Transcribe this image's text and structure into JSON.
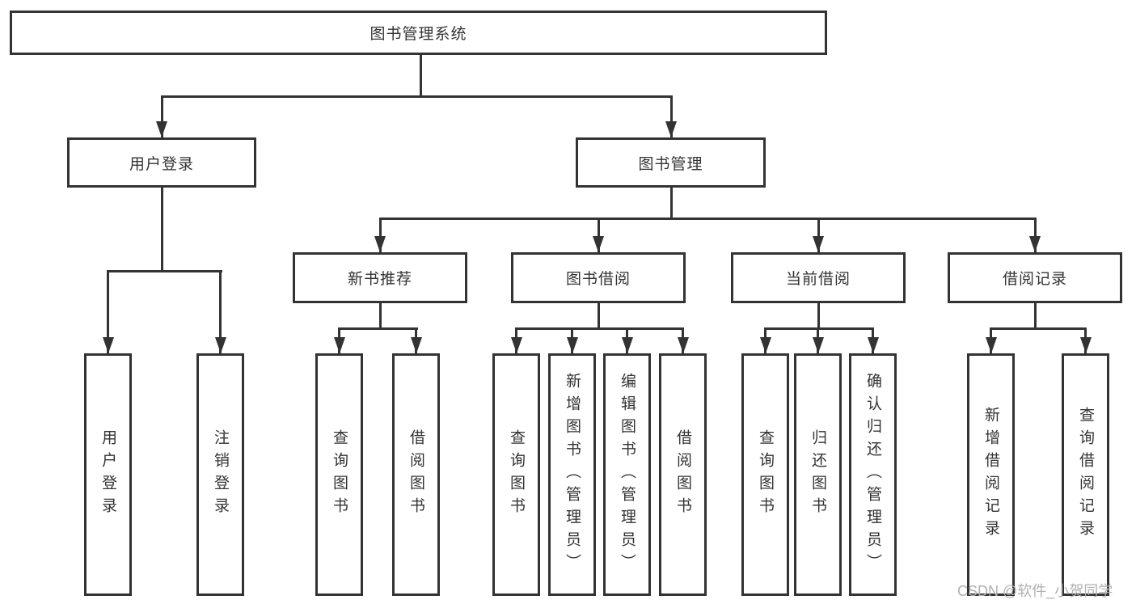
{
  "diagram_title": "图书管理系统",
  "nodes": {
    "root": {
      "label": "图书管理系统"
    },
    "user_login": {
      "label": "用户登录",
      "children": {
        "login": {
          "label": "用户登录"
        },
        "logout": {
          "label": "注销登录"
        }
      }
    },
    "book_mgmt": {
      "label": "图书管理",
      "children": {
        "new_book": {
          "label": "新书推荐",
          "children": {
            "query": {
              "label": "查询图书"
            },
            "borrow": {
              "label": "借阅图书"
            }
          }
        },
        "borrowing": {
          "label": "图书借阅",
          "children": {
            "query": {
              "label": "查询图书"
            },
            "add": {
              "label": "新增图书（管理员）"
            },
            "edit": {
              "label": "编辑图书（管理员）"
            },
            "borrow": {
              "label": "借阅图书"
            }
          }
        },
        "current": {
          "label": "当前借阅",
          "children": {
            "query": {
              "label": "查询图书"
            },
            "return": {
              "label": "归还图书"
            },
            "confirm": {
              "label": "确认归还（管理员）"
            }
          }
        },
        "records": {
          "label": "借阅记录",
          "children": {
            "add": {
              "label": "新增借阅记录"
            },
            "query": {
              "label": "查询借阅记录"
            }
          }
        }
      }
    }
  },
  "watermark": {
    "text": "CSDN @软件_小贺同学"
  },
  "colors": {
    "line": "#333333",
    "text": "#333333",
    "background": "#ffffff",
    "watermark": "#b0b0b0"
  }
}
